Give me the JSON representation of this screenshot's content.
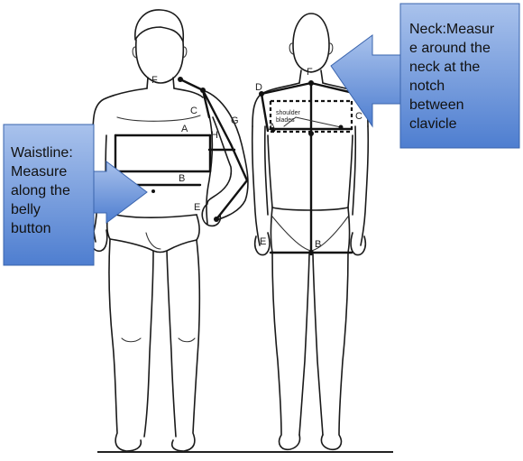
{
  "callouts": {
    "neck": {
      "lines": [
        "Neck:Measur",
        "e around the",
        "neck at the",
        "notch",
        "between",
        "clavicle"
      ]
    },
    "waist": {
      "lines": [
        "Waistline:",
        "Measure",
        "along the",
        "belly",
        "button"
      ]
    }
  },
  "front_labels": {
    "F": "F",
    "C": "C",
    "G": "G",
    "A": "A",
    "H": "H",
    "B": "B",
    "E": "E"
  },
  "back_labels": {
    "D": "D",
    "F": "F",
    "C": "C",
    "A": "A",
    "E": "E",
    "B": "B",
    "shoulder_blades_1": "shoulder",
    "shoulder_blades_2": "blades"
  },
  "colors": {
    "callout_fill_top": "#a9c2ec",
    "callout_fill_bottom": "#4e7ed0",
    "callout_stroke": "#3a64ad",
    "figure_stroke": "#1a1a1a"
  }
}
